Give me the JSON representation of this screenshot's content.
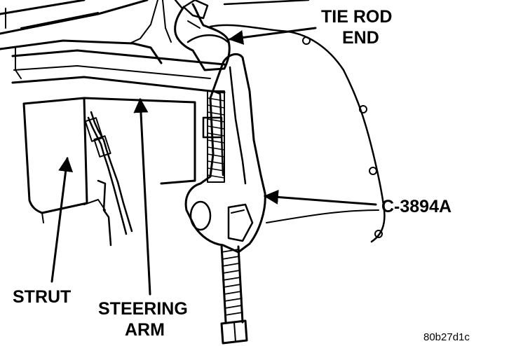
{
  "labels": {
    "tie_rod_end_line1": "TIE ROD",
    "tie_rod_end_line2": "END",
    "tool": "C-3894A",
    "strut": "STRUT",
    "steering_arm_line1": "STEERING",
    "steering_arm_line2": "ARM",
    "figure_code": "80b27d1c"
  },
  "colors": {
    "ink": "#000000",
    "paper": "#ffffff"
  }
}
